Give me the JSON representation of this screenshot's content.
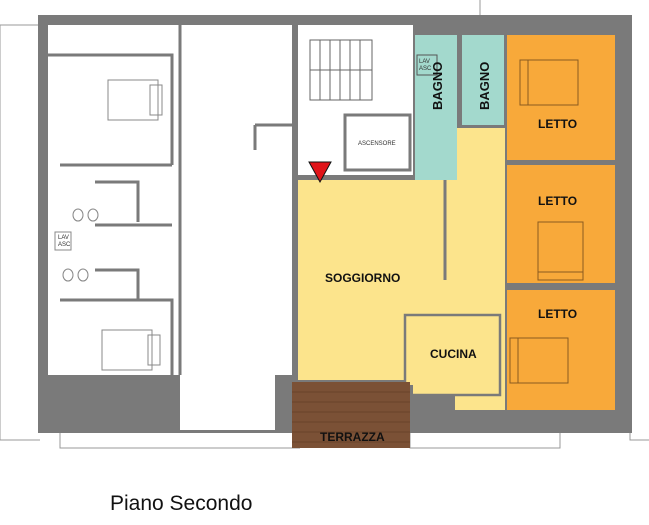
{
  "title": "Piano Secondo",
  "rooms": {
    "bagno_1": "BAGNO",
    "bagno_2": "BAGNO",
    "letto_1": "LETTO",
    "letto_2": "LETTO",
    "letto_3": "LETTO",
    "soggiorno": "SOGGIORNO",
    "cucina": "CUCINA",
    "terrazza": "TERRAZZA"
  },
  "small_labels": {
    "lav_asc": [
      "LAV",
      "ASC"
    ],
    "ascensore": "ASCENSORE"
  },
  "colors": {
    "living": "#fce48c",
    "bedrooms": "#f8a93a",
    "bathrooms": "#a3d9cd",
    "terrace": "#7b5136",
    "walls": "#7a7a7a",
    "entrance_marker": "#e0141a"
  }
}
